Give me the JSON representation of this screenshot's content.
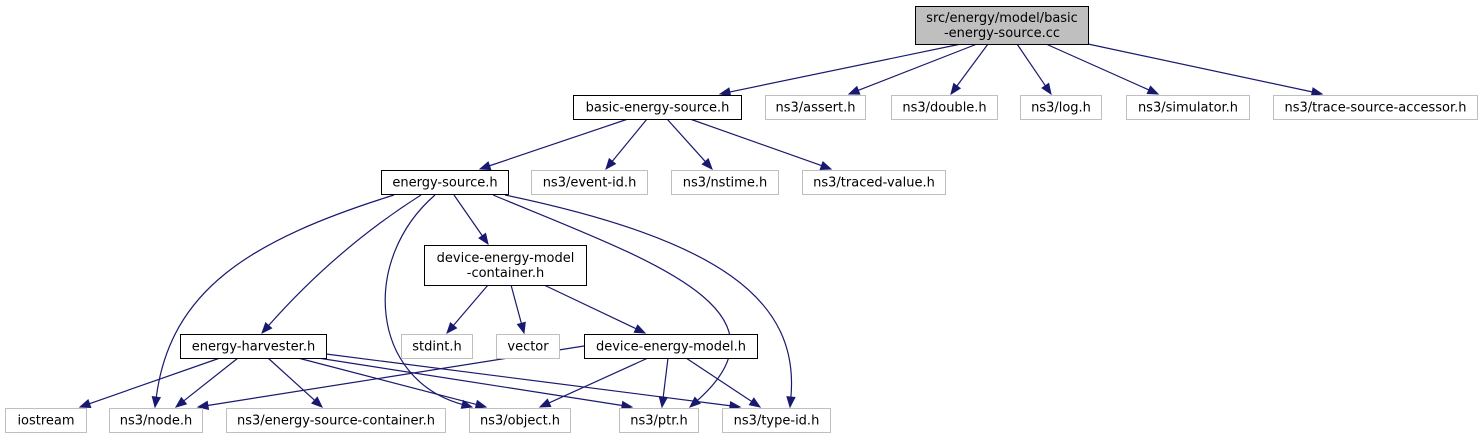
{
  "diagram": {
    "type": "include-dependency-graph",
    "colors": {
      "edge": "#191970",
      "root_fill": "#bfbfbf",
      "root_border": "#000000",
      "documented_border": "#000000",
      "external_border": "#bfbfbf",
      "node_fill": "#ffffff"
    },
    "nodes": [
      {
        "id": "root",
        "lines": [
          "src/energy/model/basic",
          "-energy-source.cc"
        ],
        "kind": "root"
      },
      {
        "id": "basic-energy-source-h",
        "lines": [
          "basic-energy-source.h"
        ],
        "kind": "documented"
      },
      {
        "id": "assert-h",
        "lines": [
          "ns3/assert.h"
        ],
        "kind": "external"
      },
      {
        "id": "double-h",
        "lines": [
          "ns3/double.h"
        ],
        "kind": "external"
      },
      {
        "id": "log-h",
        "lines": [
          "ns3/log.h"
        ],
        "kind": "external"
      },
      {
        "id": "simulator-h",
        "lines": [
          "ns3/simulator.h"
        ],
        "kind": "external"
      },
      {
        "id": "trace-source-accessor-h",
        "lines": [
          "ns3/trace-source-accessor.h"
        ],
        "kind": "external"
      },
      {
        "id": "energy-source-h",
        "lines": [
          "energy-source.h"
        ],
        "kind": "documented"
      },
      {
        "id": "event-id-h",
        "lines": [
          "ns3/event-id.h"
        ],
        "kind": "external"
      },
      {
        "id": "nstime-h",
        "lines": [
          "ns3/nstime.h"
        ],
        "kind": "external"
      },
      {
        "id": "traced-value-h",
        "lines": [
          "ns3/traced-value.h"
        ],
        "kind": "external"
      },
      {
        "id": "device-energy-model-container-h",
        "lines": [
          "device-energy-model",
          "-container.h"
        ],
        "kind": "documented"
      },
      {
        "id": "stdint-h",
        "lines": [
          "stdint.h"
        ],
        "kind": "external"
      },
      {
        "id": "vector",
        "lines": [
          "vector"
        ],
        "kind": "external"
      },
      {
        "id": "device-energy-model-h",
        "lines": [
          "device-energy-model.h"
        ],
        "kind": "documented"
      },
      {
        "id": "energy-harvester-h",
        "lines": [
          "energy-harvester.h"
        ],
        "kind": "documented"
      },
      {
        "id": "iostream",
        "lines": [
          "iostream"
        ],
        "kind": "external"
      },
      {
        "id": "node-h",
        "lines": [
          "ns3/node.h"
        ],
        "kind": "external"
      },
      {
        "id": "energy-source-container-h",
        "lines": [
          "ns3/energy-source-container.h"
        ],
        "kind": "external"
      },
      {
        "id": "object-h",
        "lines": [
          "ns3/object.h"
        ],
        "kind": "external"
      },
      {
        "id": "ptr-h",
        "lines": [
          "ns3/ptr.h"
        ],
        "kind": "external"
      },
      {
        "id": "type-id-h",
        "lines": [
          "ns3/type-id.h"
        ],
        "kind": "external"
      }
    ],
    "edges": [
      {
        "from": "root",
        "to": "basic-energy-source-h"
      },
      {
        "from": "root",
        "to": "assert-h"
      },
      {
        "from": "root",
        "to": "double-h"
      },
      {
        "from": "root",
        "to": "log-h"
      },
      {
        "from": "root",
        "to": "simulator-h"
      },
      {
        "from": "root",
        "to": "trace-source-accessor-h"
      },
      {
        "from": "basic-energy-source-h",
        "to": "energy-source-h"
      },
      {
        "from": "basic-energy-source-h",
        "to": "event-id-h"
      },
      {
        "from": "basic-energy-source-h",
        "to": "nstime-h"
      },
      {
        "from": "basic-energy-source-h",
        "to": "traced-value-h"
      },
      {
        "from": "energy-source-h",
        "to": "node-h"
      },
      {
        "from": "energy-source-h",
        "to": "energy-harvester-h"
      },
      {
        "from": "energy-source-h",
        "to": "object-h"
      },
      {
        "from": "energy-source-h",
        "to": "device-energy-model-container-h"
      },
      {
        "from": "energy-source-h",
        "to": "ptr-h"
      },
      {
        "from": "energy-source-h",
        "to": "type-id-h"
      },
      {
        "from": "device-energy-model-container-h",
        "to": "stdint-h"
      },
      {
        "from": "device-energy-model-container-h",
        "to": "vector"
      },
      {
        "from": "device-energy-model-container-h",
        "to": "device-energy-model-h"
      },
      {
        "from": "device-energy-model-h",
        "to": "node-h"
      },
      {
        "from": "device-energy-model-h",
        "to": "object-h"
      },
      {
        "from": "device-energy-model-h",
        "to": "ptr-h"
      },
      {
        "from": "device-energy-model-h",
        "to": "type-id-h"
      },
      {
        "from": "energy-harvester-h",
        "to": "iostream"
      },
      {
        "from": "energy-harvester-h",
        "to": "node-h"
      },
      {
        "from": "energy-harvester-h",
        "to": "energy-source-container-h"
      },
      {
        "from": "energy-harvester-h",
        "to": "object-h"
      },
      {
        "from": "energy-harvester-h",
        "to": "ptr-h"
      },
      {
        "from": "energy-harvester-h",
        "to": "type-id-h"
      }
    ]
  }
}
